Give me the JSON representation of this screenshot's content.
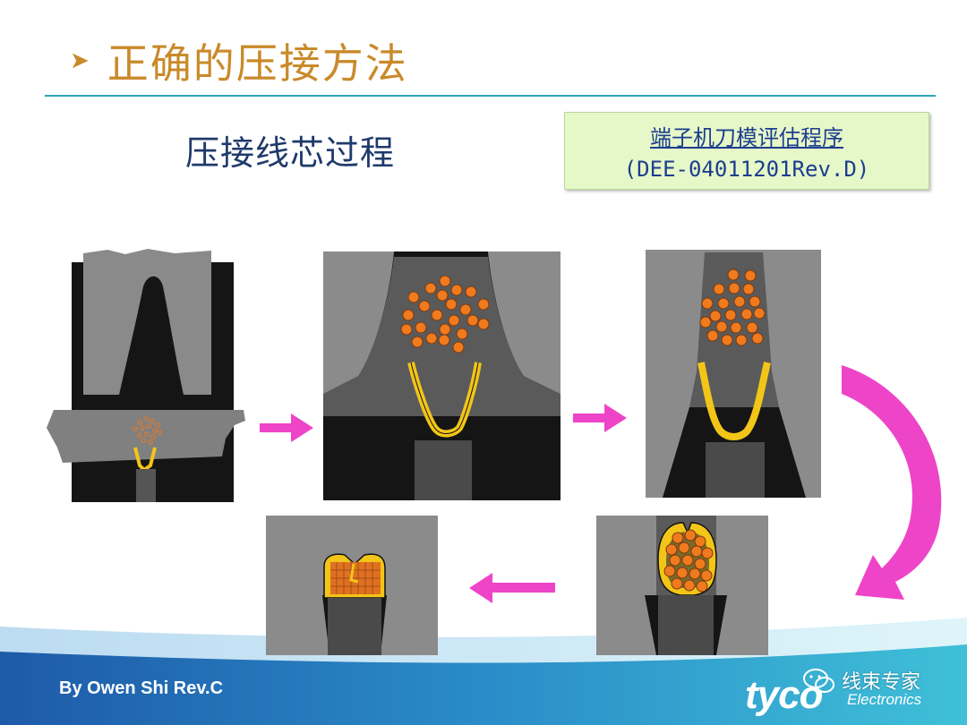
{
  "header": {
    "title": "正确的压接方法",
    "bullet_icon": "chevron-right-icon"
  },
  "subtitle": "压接线芯过程",
  "reference": {
    "title": "端子机刀模评估程序",
    "code": "(DEE-04011201Rev.D)"
  },
  "footer": {
    "author": "By Owen Shi Rev.C",
    "logo_text": "tyco",
    "logo_subtext": "Electronics",
    "watermark_text": "线束专家",
    "watermark_icon": "wechat-icon"
  },
  "colors": {
    "title": "#c98a2a",
    "subtitle": "#1f3a6b",
    "accent_line": "#2aa6b8",
    "arrow": "#ee44c8",
    "strand": "#f07a1e",
    "terminal": "#f2c518",
    "die_gray": "#888888",
    "die_dark": "#1a1a1a"
  }
}
